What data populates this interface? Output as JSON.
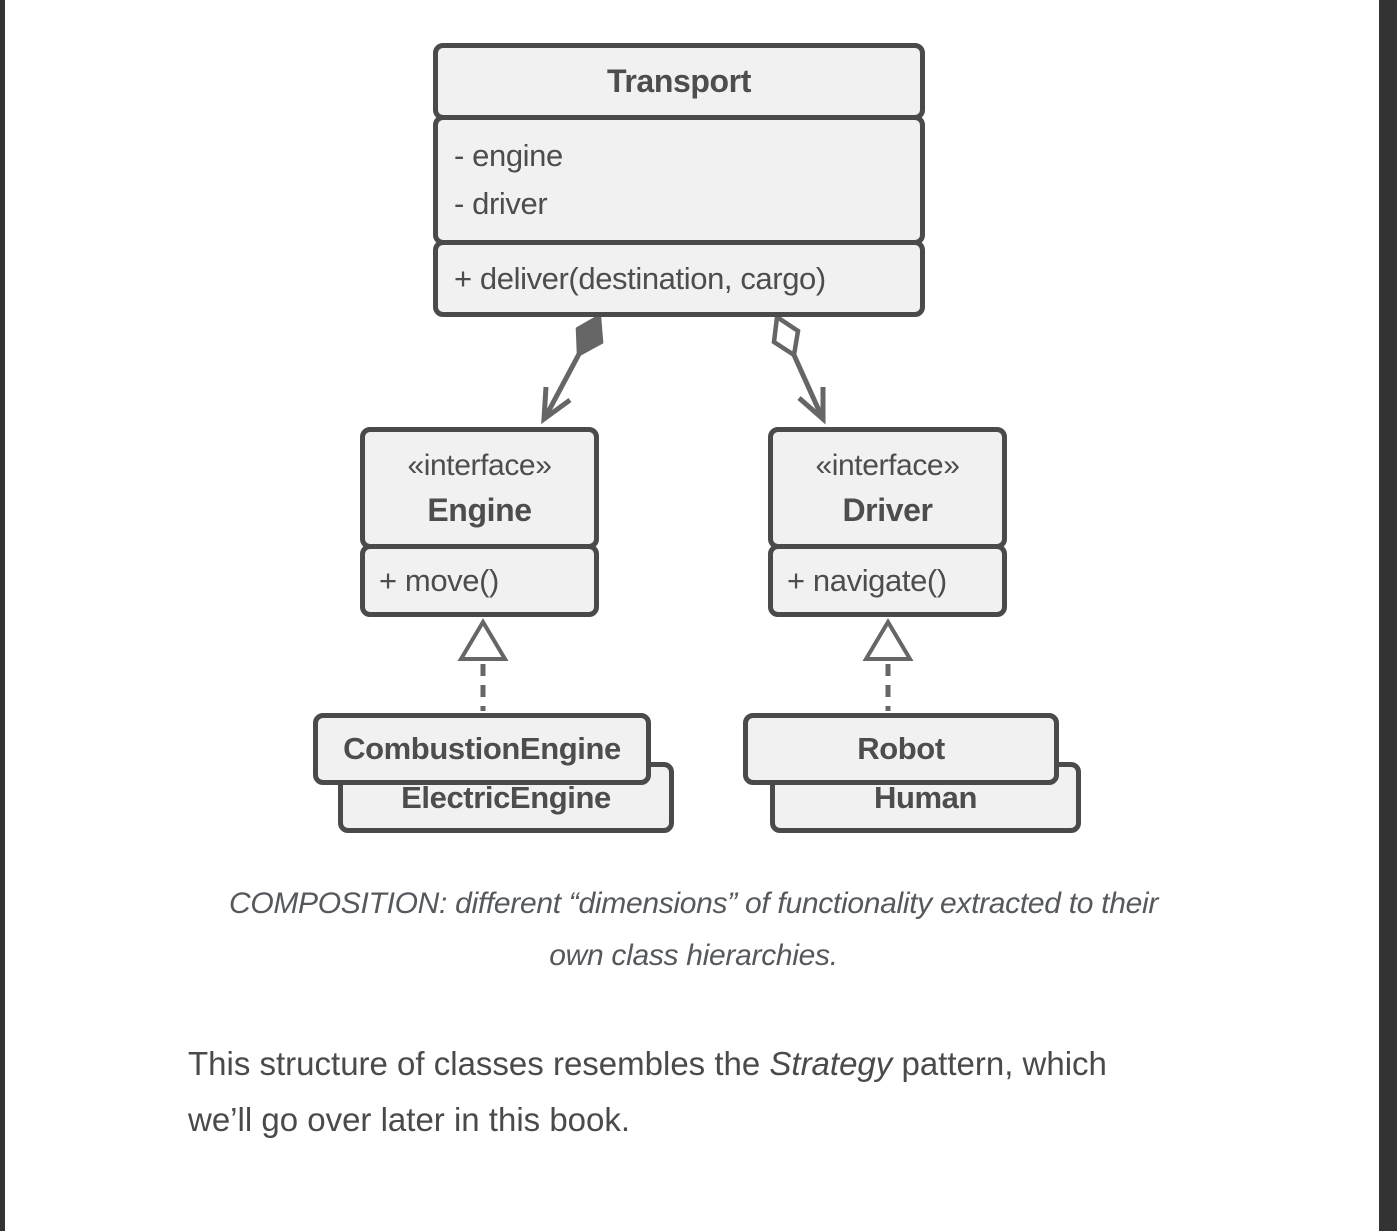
{
  "diagram": {
    "transport": {
      "title": "Transport",
      "fields": [
        "- engine",
        "- driver"
      ],
      "method": "+ deliver(destination, cargo)"
    },
    "engine_interface": {
      "stereotype": "«interface»",
      "title": "Engine",
      "method": "+ move()"
    },
    "driver_interface": {
      "stereotype": "«interface»",
      "title": "Driver",
      "method": "+ navigate()"
    },
    "engine_classes": {
      "front": "CombustionEngine",
      "back": "ElectricEngine"
    },
    "driver_classes": {
      "front": "Robot",
      "back": "Human"
    }
  },
  "page": {
    "caption": {
      "line1": "COMPOSITION: different “dimensions” of functionality extracted to their",
      "line2": "own class hierarchies."
    },
    "body": {
      "line1_pre": "This structure of classes resembles the ",
      "line1_italic": "Strategy",
      "line1_post": " pattern, which",
      "line2": "we’ll go over later in this book."
    }
  },
  "colors": {
    "box_fill": "#f1f1f1",
    "box_border": "#4a4a4a",
    "diagram_text": "#4d4d4d",
    "arrow": "#666666",
    "edge_bar": "#333333",
    "caption_text": "#55585c",
    "body_text": "#4a4a4a"
  }
}
